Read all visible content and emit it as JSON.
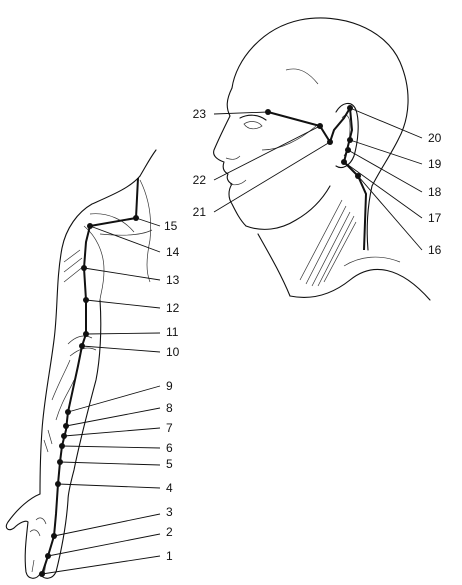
{
  "labels": [
    "1",
    "2",
    "3",
    "4",
    "5",
    "6",
    "7",
    "8",
    "9",
    "10",
    "11",
    "12",
    "13",
    "14",
    "15",
    "16",
    "17",
    "18",
    "19",
    "20",
    "21",
    "22",
    "23"
  ]
}
